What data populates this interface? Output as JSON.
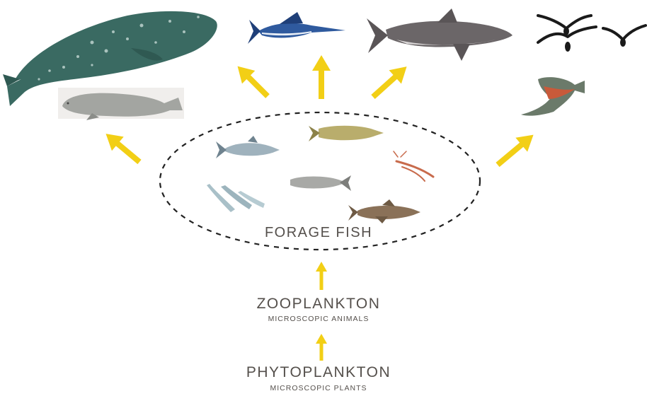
{
  "labels": {
    "forage_fish": "FORAGE FISH",
    "zooplankton": "ZOOPLANKTON",
    "zooplankton_sub": "MICROSCOPIC ANIMALS",
    "phytoplankton": "PHYTOPLANKTON",
    "phytoplankton_sub": "MICROSCOPIC PLANTS"
  },
  "colors": {
    "arrow": "#f2cf16",
    "text": "#55504c",
    "whale": "#3a6a62",
    "manatee": "#a3a5a1",
    "marlin": "#2f5a9e",
    "shark": "#6b6668",
    "bird": "#1a1a1a",
    "salmon": "#c85a3a",
    "boundary": "#222222"
  },
  "icons": [
    "whale-icon",
    "manatee-icon",
    "marlin-icon",
    "shark-icon",
    "seabird-icon",
    "salmon-icon",
    "herring-icon",
    "sardine-icon",
    "anchovy-icon",
    "krill-icon",
    "squid-icon",
    "cod-icon"
  ]
}
